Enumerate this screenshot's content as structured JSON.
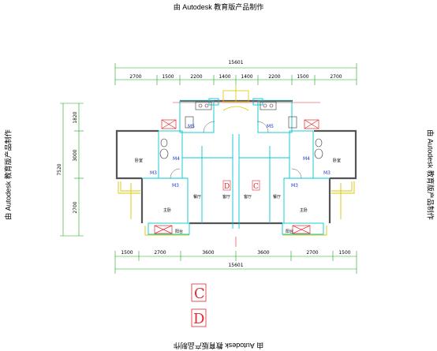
{
  "watermark": "由 Autodesk 教育版产品制作",
  "dimensions": {
    "top_total": "15601",
    "top_segments": [
      "2700",
      "1500",
      "2200",
      "1400",
      "1400",
      "2200",
      "1500",
      "2700"
    ],
    "bottom_segments": [
      "1500",
      "2700",
      "3600",
      "3600",
      "2700",
      "1500"
    ],
    "bottom_total": "15601",
    "left_total": "7520",
    "left_segments": [
      "1820",
      "3000",
      "2700"
    ]
  },
  "doors": {
    "m5_left": "M5",
    "m5_right": "M5",
    "m4_left": "M4",
    "m4_right": "M4",
    "m3_ll": "M3",
    "m3_lm": "M3",
    "m3_rm": "M3",
    "m3_rr": "M3"
  },
  "rooms": {
    "left_bed2": "卧室",
    "left_master": "主卧",
    "left_dining": "餐厅",
    "left_living": "客厅",
    "left_balcony": "阳台",
    "right_bed2": "卧室",
    "right_master": "主卧",
    "right_dining": "餐厅",
    "right_living": "客厅",
    "right_balcony": "阳台"
  },
  "tags": {
    "plan_left": "D",
    "plan_right": "C",
    "legend_c": "C",
    "legend_d": "D"
  },
  "colors": {
    "wall": "#555555",
    "dim": "#1aa51a",
    "cyan": "#00c8d2",
    "yellow": "#d8c800",
    "red": "#e0282e",
    "blue": "#1e3cc8",
    "magenta": "#d020c8"
  }
}
